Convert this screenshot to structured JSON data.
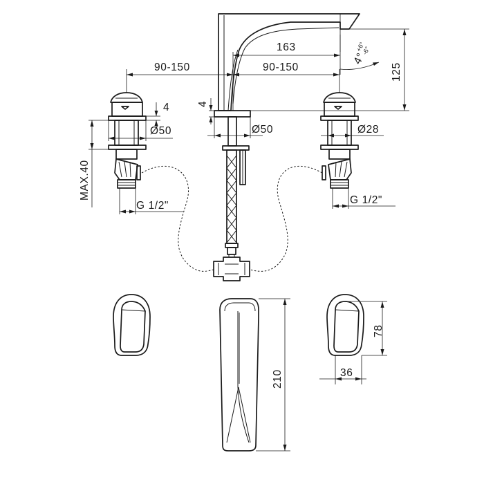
{
  "dimensions": {
    "spout_reach": "163",
    "left_spacing": "90-150",
    "right_spacing": "90-150",
    "spout_height": "125",
    "angle_base": "4°",
    "angle_tol_plus": "+6°",
    "angle_tol_minus": "-6°",
    "flange_thickness": "4",
    "handle_flange_thickness": "4",
    "handle_diameter": "Ø50",
    "spout_base_diameter": "Ø50",
    "hole_diameter": "Ø28",
    "max_deck_thickness": "MAX.40",
    "left_connection": "G 1/2\"",
    "right_connection": "G 1/2\"",
    "handle_depth": "78",
    "handle_width": "36",
    "spout_length": "210"
  }
}
